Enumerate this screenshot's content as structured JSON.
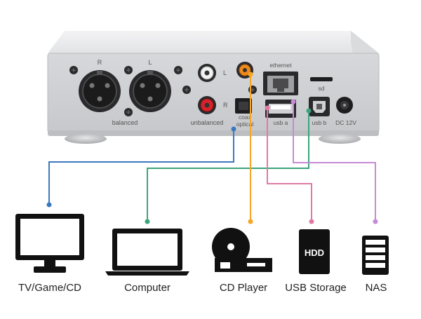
{
  "device": {
    "labels": {
      "xlr_right": "R",
      "xlr_left": "L",
      "balanced": "balanced",
      "rca_left": "L",
      "rca_right": "R",
      "unbalanced": "unbalanced",
      "coax": "coax",
      "optical": "optical",
      "ethernet": "ethernet",
      "sd": "sd",
      "usb_a": "usb a",
      "usb_b": "usb b",
      "dc": "DC 12V"
    }
  },
  "connections": [
    {
      "label": "TV/Game/CD",
      "color": "#3b78c2",
      "icon": "tv-icon"
    },
    {
      "label": "Computer",
      "color": "#3aa57a",
      "icon": "laptop-icon"
    },
    {
      "label": "CD Player",
      "color": "#f5a623",
      "icon": "cd-player-icon"
    },
    {
      "label": "USB Storage",
      "color": "#e07aa5",
      "icon": "hdd-icon"
    },
    {
      "label": "NAS",
      "color": "#c58ad6",
      "icon": "nas-icon"
    }
  ],
  "hdd_text": "HDD"
}
